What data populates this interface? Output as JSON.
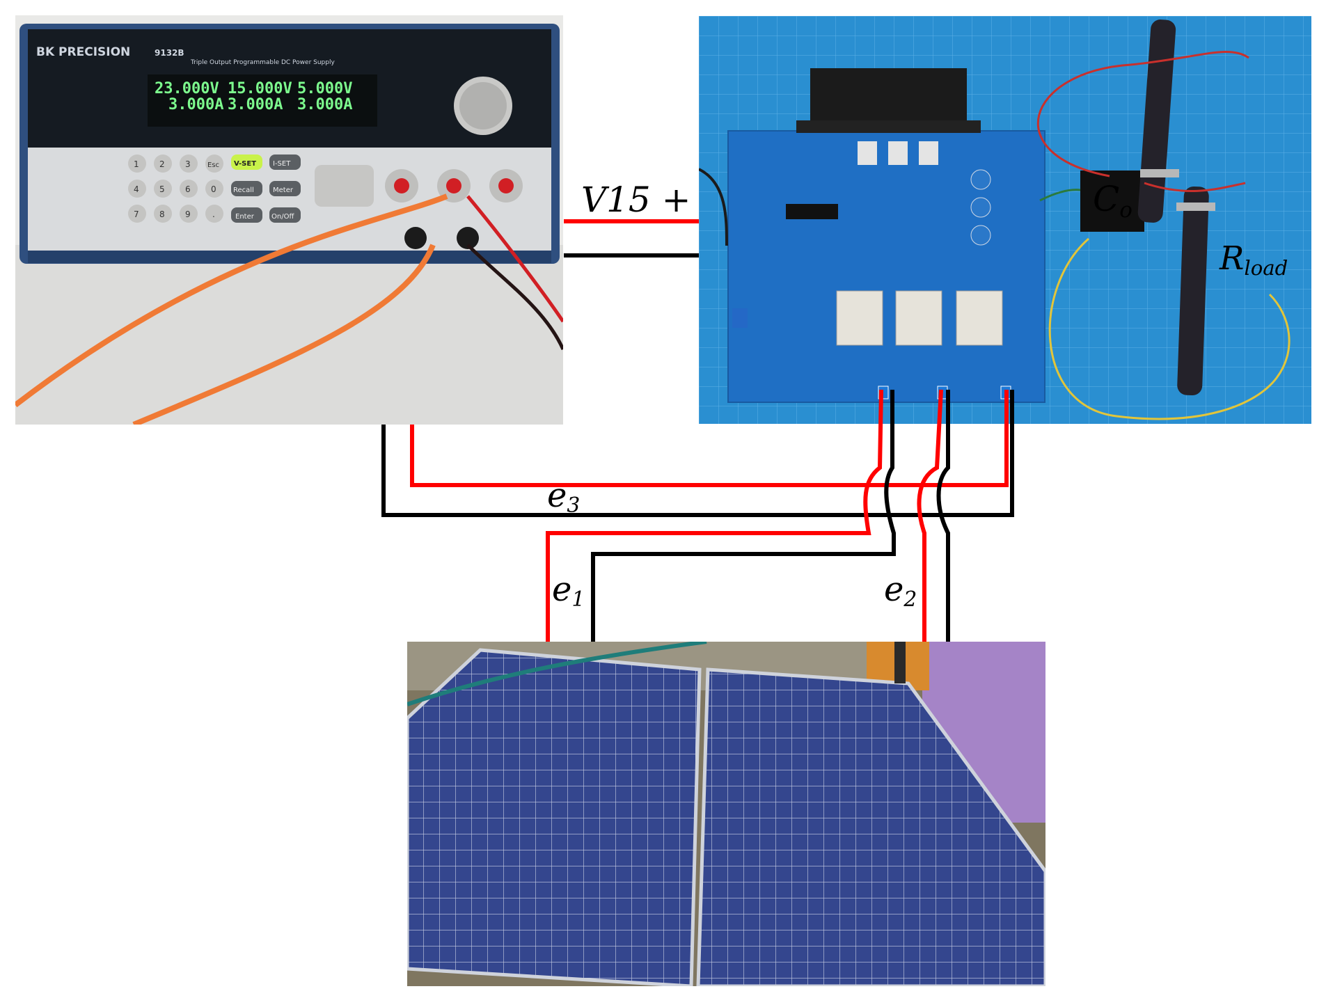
{
  "labels": {
    "supply_wire": "V15 +",
    "e3_base": "e",
    "e3_sub": "3",
    "e1_base": "e",
    "e1_sub": "1",
    "e2_base": "e",
    "e2_sub": "2",
    "co_base": "C",
    "co_sub": "o",
    "rload_base": "R",
    "rload_sub": "load"
  },
  "psu": {
    "brand": "BK PRECISION",
    "model": "9132B",
    "subtitle": "Triple Output Programmable DC Power Supply",
    "ch1_v": "23.000V",
    "ch1_a": "3.000A",
    "ch2_v": "15.000V",
    "ch2_a": "3.000A",
    "ch3_v": "5.000V",
    "ch3_a": "3.000A",
    "keypad": [
      "1",
      "2",
      "3",
      "Esc",
      "4",
      "5",
      "6",
      "0",
      "7",
      "8",
      "9",
      "."
    ],
    "buttons": [
      "V-SET",
      "I-SET",
      "Recall",
      "Meter",
      "Enter",
      "On/Off"
    ]
  },
  "colors": {
    "wire_red": "#ff0000",
    "wire_black": "#000000",
    "pcb_blue": "#1f6fc4",
    "mat_blue": "#2a8fd1",
    "panel_blue": "#2f3f86"
  }
}
